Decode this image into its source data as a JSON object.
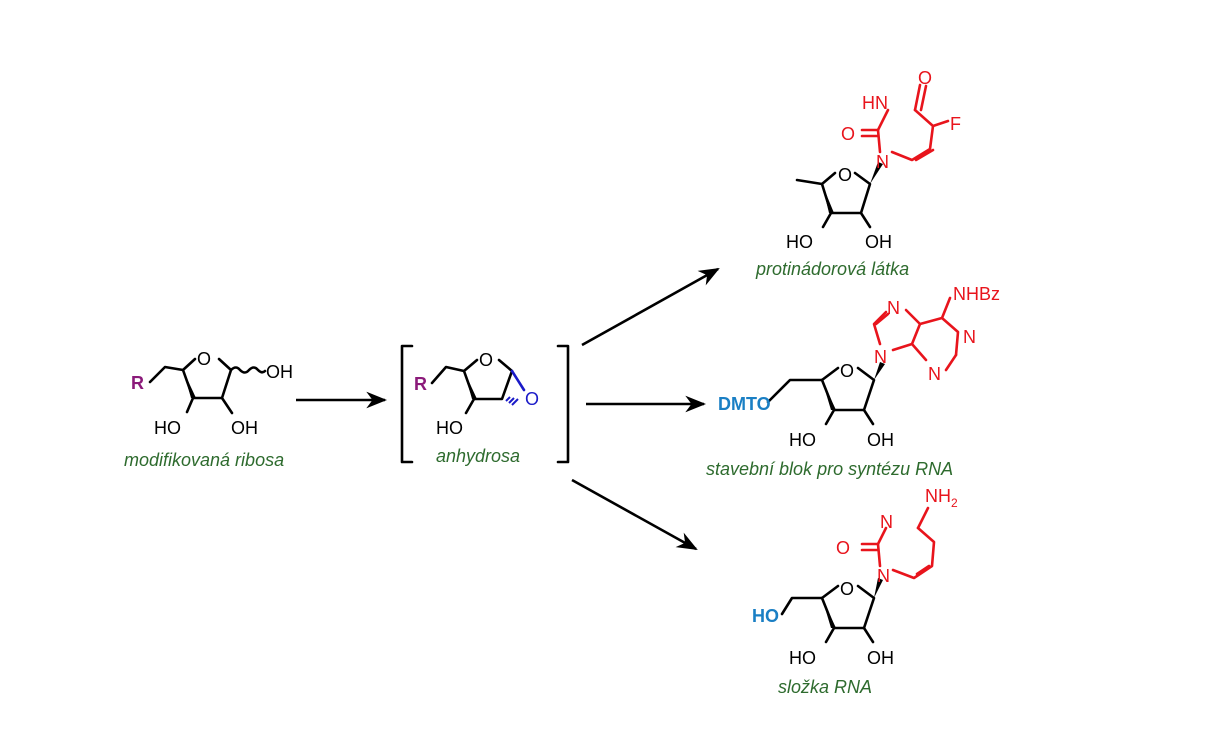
{
  "colors": {
    "caption": "#2e6b2e",
    "heterocycle": "#e8141c",
    "protecting_group": "#1a7fc4",
    "r_group": "#8b1a7a",
    "epoxide": "#1a1ac8"
  },
  "start": {
    "caption": "modifikovaná ribosa",
    "r": "R",
    "oh_anomeric": "OH",
    "ho_3": "HO",
    "oh_2": "OH"
  },
  "intermediate": {
    "caption": "anhydrosa",
    "r": "R",
    "ho_3": "HO",
    "epoxide_o": "O"
  },
  "product_1": {
    "caption": "protinádorová látka",
    "hn": "HN",
    "o_top": "O",
    "o_left": "O",
    "n": "N",
    "f": "F",
    "ho_3": "HO",
    "oh_2": "OH"
  },
  "product_2": {
    "caption": "stavební blok pro syntézu RNA",
    "dmto": "DMTO",
    "nhbz": "NHBz",
    "n7": "N",
    "n9": "N",
    "n1": "N",
    "n3": "N",
    "ho_3": "HO",
    "oh_2": "OH"
  },
  "product_3": {
    "caption": "složka RNA",
    "ho_5": "HO",
    "nh": "NH",
    "nh_sub": "2",
    "n3": "N",
    "n1": "N",
    "o_c2": "O",
    "ho_3": "HO",
    "oh_2": "OH"
  }
}
